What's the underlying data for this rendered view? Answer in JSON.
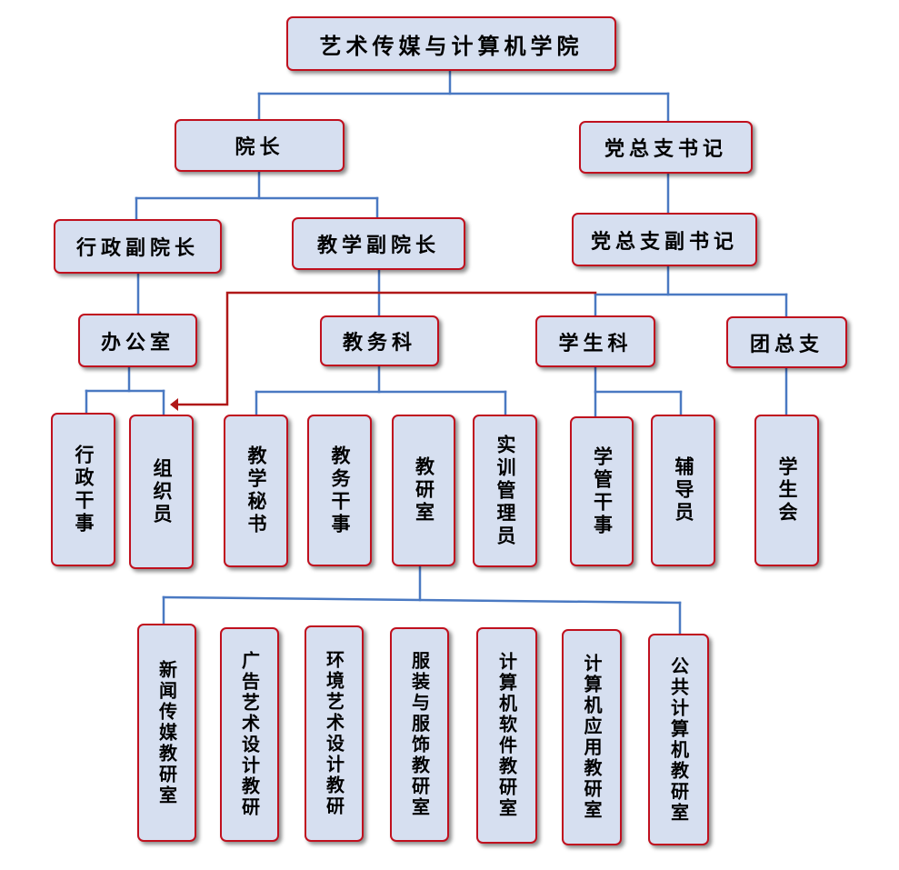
{
  "colors": {
    "box_fill": "#d6dff0",
    "box_border": "#c0101e",
    "connector": "#4a79c2",
    "highlight_connector": "#b01818"
  },
  "org": {
    "college": "艺术传媒与计算机学院",
    "dean": "院长",
    "party_secretary": "党总支书记",
    "admin_vice_dean": "行政副院长",
    "teaching_vice_dean": "教学副院长",
    "party_deputy_secretary": "党总支副书记",
    "office": "办公室",
    "academic_affairs": "教务科",
    "student_affairs": "学生科",
    "youth_league": "团总支",
    "admin_officer": "行政干事",
    "organizer": "组织员",
    "teaching_secretary": "教学秘书",
    "academic_officer": "教务干事",
    "teaching_research_office": "教研室",
    "training_manager": "实训管理员",
    "student_officer": "学管干事",
    "counselor": "辅导员",
    "student_union": "学生会",
    "news_media": "新闻传媒教研室",
    "advertising_design": "广告艺术设计教研",
    "environment_design": "环境艺术设计教研",
    "fashion": "服装与服饰教研室",
    "software": "计算机软件教研室",
    "computer_app": "计算机应用教研室",
    "public_computer": "公共计算机教研室"
  }
}
